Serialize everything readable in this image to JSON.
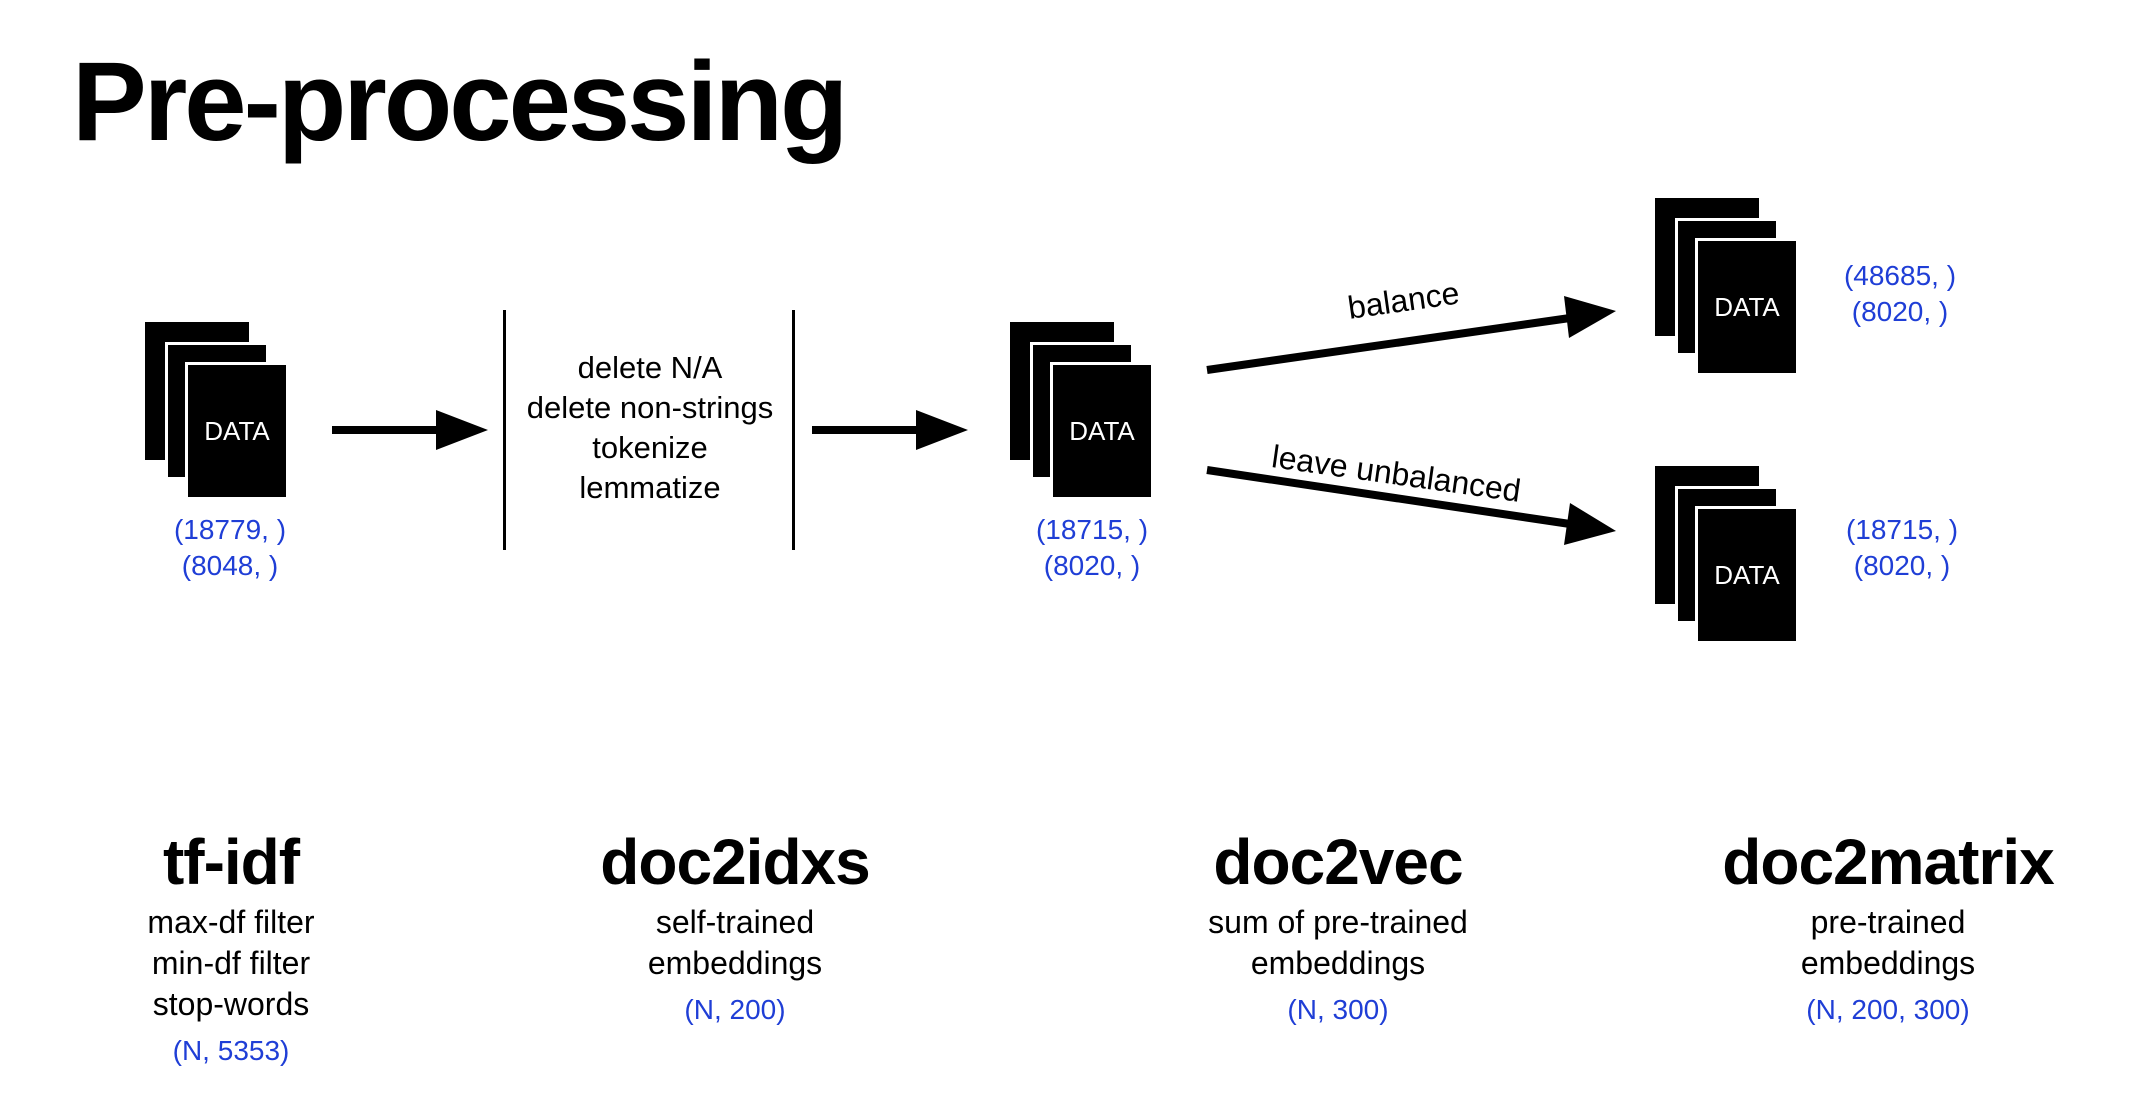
{
  "title": "Pre-processing",
  "data_label": "DATA",
  "accent_color": "#1f3ed6",
  "stacks": {
    "input": {
      "label": "DATA",
      "dims": [
        "(18779, )",
        "(8048, )"
      ]
    },
    "cleaned": {
      "label": "DATA",
      "dims": [
        "(18715, )",
        "(8020, )"
      ]
    },
    "balanced": {
      "label": "DATA",
      "dims": [
        "(48685, )",
        "(8020, )"
      ]
    },
    "unbalanced": {
      "label": "DATA",
      "dims": [
        "(18715, )",
        "(8020, )"
      ]
    }
  },
  "steps": [
    "delete N/A",
    "delete non-strings",
    "tokenize",
    "lemmatize"
  ],
  "branches": {
    "balance": "balance",
    "unbalanced": "leave unbalanced"
  },
  "methods": [
    {
      "name": "tf-idf",
      "desc": [
        "max-df filter",
        "min-df filter",
        "stop-words"
      ],
      "dim": "(N, 5353)"
    },
    {
      "name": "doc2idxs",
      "desc": [
        "self-trained",
        "embeddings"
      ],
      "dim": "(N, 200)"
    },
    {
      "name": "doc2vec",
      "desc": [
        "sum of pre-trained",
        "embeddings"
      ],
      "dim": "(N, 300)"
    },
    {
      "name": "doc2matrix",
      "desc": [
        "pre-trained",
        "embeddings"
      ],
      "dim": "(N, 200, 300)"
    }
  ]
}
